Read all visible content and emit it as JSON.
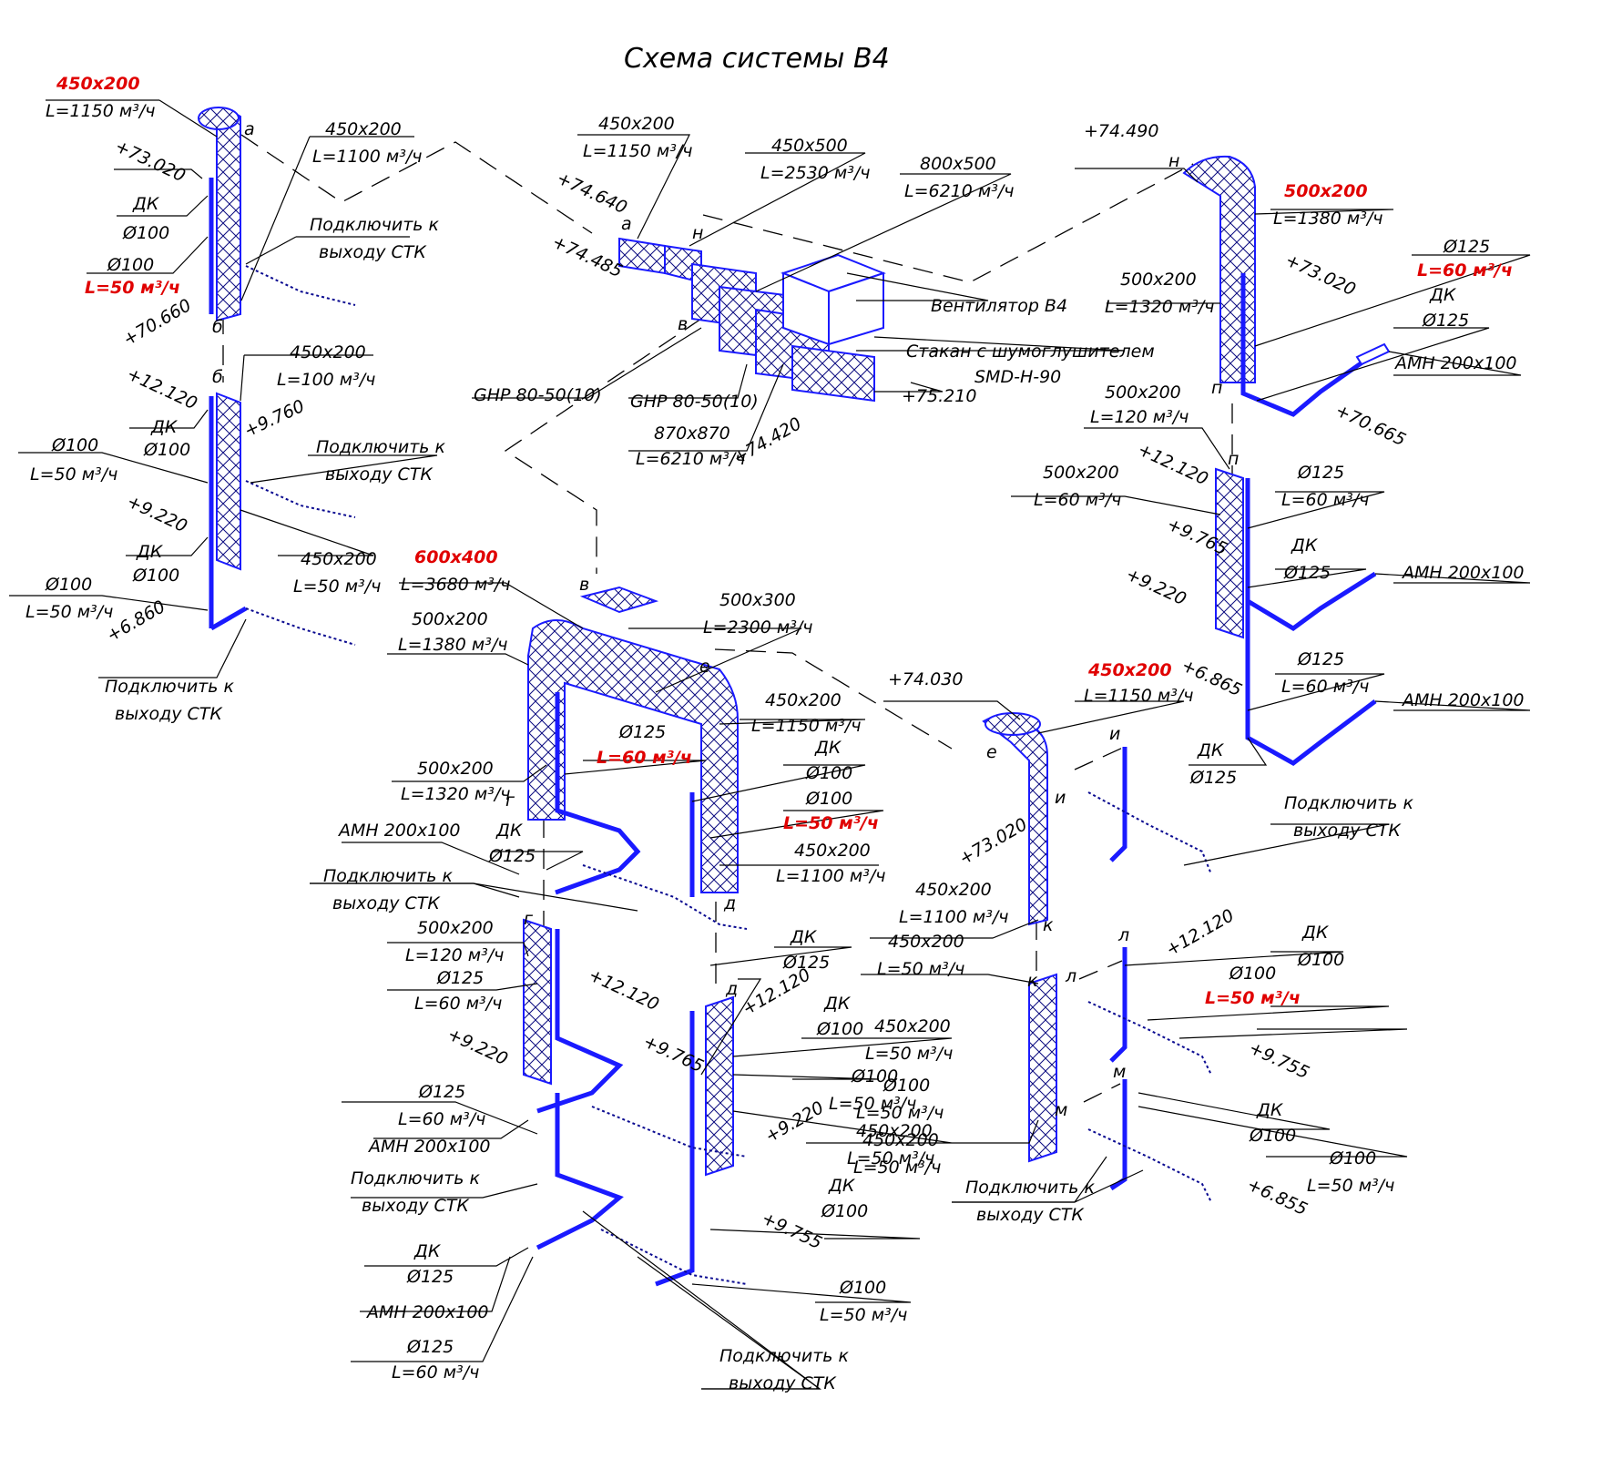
{
  "title": "Схема системы В4",
  "colors": {
    "accent_red": "#e00000",
    "duct_blue": "#1a1aff"
  },
  "labels": {
    "l01": "450x200",
    "l02": "L=1150 м³/ч",
    "l03": "+73.020",
    "l04": "ДК",
    "l05": "Ø100",
    "l06": "Ø100",
    "l07": "L=50 м³/ч",
    "l08": "+70.660",
    "l09": "б",
    "l10": "а",
    "l11": "450x200",
    "l12": "L=1100 м³/ч",
    "l13": "Подключить к",
    "l14": "выходу СТК",
    "l15": "+12.120",
    "l16": "б",
    "l17": "ДК",
    "l18": "Ø100",
    "l19": "450x200",
    "l20": "L=100 м³/ч",
    "l21": "+9.760",
    "l22": "Подключить к",
    "l23": "выходу СТК",
    "l24": "Ø100",
    "l25": "L=50 м³/ч",
    "l26": "+9.220",
    "l27": "ДК",
    "l28": "Ø100",
    "l29": "450x200",
    "l30": "L=50 м³/ч",
    "l31": "Ø100",
    "l32": "L=50 м³/ч",
    "l33": "+6.860",
    "l34": "Подключить к",
    "l35": "выходу СТК",
    "m01": "450x200",
    "m02": "L=1150 м³/ч",
    "m03": "+74.640",
    "m04": "а",
    "m05": "+74.485",
    "m06": "450x500",
    "m07": "L=2530 м³/ч",
    "m08": "н",
    "m09": "800x500",
    "m10": "L=6210 м³/ч",
    "m11": "Вентилятор В4",
    "m12": "Стакан с шумоглушителем",
    "m13": "SMD-H-90",
    "m14": "+75.210",
    "m15": "в",
    "m16": "GHP 80-50(10)",
    "m17": "GHP 80-50(10)",
    "m18": "870x870",
    "m19": "L=6210 м³/ч",
    "m20": "+74.420",
    "r01": "+74.490",
    "r02": "н",
    "r03": "500x200",
    "r04": "L=1380 м³/ч",
    "r05": "+73.020",
    "r06": "Ø125",
    "r07": "L=60 м³/ч",
    "r08": "ДК",
    "r09": "Ø125",
    "r10": "500x200",
    "r11": "L=1320 м³/ч",
    "r12": "АМН 200x100",
    "r13": "п",
    "r14": "+70.665",
    "r15": "500x200",
    "r16": "L=120 м³/ч",
    "r17": "+12.120",
    "r18": "п",
    "r19": "500x200",
    "r20": "L=60 м³/ч",
    "r21": "Ø125",
    "r22": "L=60 м³/ч",
    "r23": "+9.765",
    "r24": "ДК",
    "r25": "Ø125",
    "r26": "+9.220",
    "r27": "АМН 200x100",
    "r28": "+6.865",
    "r29": "Ø125",
    "r30": "L=60 м³/ч",
    "r31": "АМН 200x100",
    "r32": "ДК",
    "r33": "Ø125",
    "c01": "600x400",
    "c02": "L=3680 м³/ч",
    "c03": "в",
    "c04": "500x300",
    "c05": "L=2300 м³/ч",
    "c06": "500x200",
    "c07": "L=1380 м³/ч",
    "c08": "е",
    "c09": "450x200",
    "c10": "L=1150 м³/ч",
    "c11": "Ø125",
    "c12": "L=60 м³/ч",
    "c13": "ДК",
    "c14": "Ø100",
    "c15": "500x200",
    "c16": "L=1320 м³/ч",
    "c17": "Ø100",
    "c18": "L=50 м³/ч",
    "c19": "г",
    "c20": "АМН 200x100",
    "c21": "ДК",
    "c22": "Ø125",
    "c23": "450x200",
    "c24": "L=1100 м³/ч",
    "c25": "Подключить к",
    "c26": "выходу СТК",
    "c27": "д",
    "c28": "500x200",
    "c29": "L=120 м³/ч",
    "c30": "г",
    "c31": "Ø125",
    "c32": "L=60 м³/ч",
    "c33": "+12.120",
    "c34": "ДК",
    "c35": "Ø125",
    "c36": "д",
    "c37": "+12.120",
    "c38": "+9.220",
    "c39": "+9.765",
    "c40": "ДК",
    "c41": "Ø100",
    "c42": "450x200",
    "c43": "L=50 м³/ч",
    "c44": "Ø125",
    "c45": "L=60 м³/ч",
    "c46": "Ø100",
    "c47": "L=50 м³/ч",
    "c48": "АМН 200x100",
    "c49": "+9.220",
    "c50": "450x200",
    "c51": "L=50 м³/ч",
    "c52": "Подключить к",
    "c53": "выходу СТК",
    "c54": "ДК",
    "c55": "Ø100",
    "c56": "+9.755",
    "c57": "ДК",
    "c58": "Ø125",
    "c59": "Ø100",
    "c60": "L=50 м³/ч",
    "c61": "АМН 200x100",
    "c62": "Ø125",
    "c63": "L=60 м³/ч",
    "c64": "Подключить к",
    "c65": "выходу СТК",
    "e01": "+74.030",
    "e02": "450x200",
    "e03": "L=1150 м³/ч",
    "e04": "е",
    "e05": "и",
    "e06": "и",
    "e07": "+73.020",
    "e08": "Подключить к",
    "e09": "выходу СТК",
    "e10": "450x200",
    "e11": "L=1100 м³/ч",
    "e12": "к",
    "e13": "450x200",
    "e14": "L=50 м³/ч",
    "e15": "к",
    "e16": "л",
    "e17": "л",
    "e18": "+12.120",
    "e19": "ДК",
    "e20": "Ø100",
    "e21": "Ø100",
    "e22": "L=50 м³/ч",
    "e23": "+9.755",
    "e24": "м",
    "e25": "м",
    "e26": "Ø100",
    "e27": "L=50 м³/ч",
    "e28": "450x200",
    "e29": "L=50 м³/ч",
    "e30": "ДК",
    "e31": "Ø100",
    "e32": "Ø100",
    "e33": "L=50 м³/ч",
    "e34": "+6.855",
    "e35": "Подключить к",
    "e36": "выходу СТК"
  }
}
